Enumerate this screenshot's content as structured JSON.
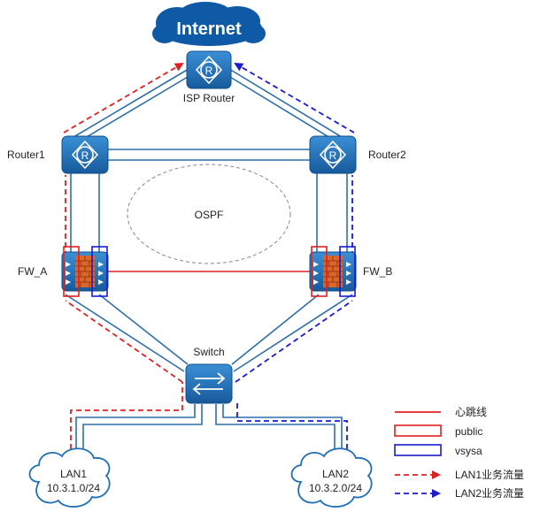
{
  "nodes": {
    "internet": "Internet",
    "isp_router": "ISP Router",
    "router1": "Router1",
    "router2": "Router2",
    "ospf": "OSPF",
    "fw_a": "FW_A",
    "fw_b": "FW_B",
    "switch": "Switch",
    "lan1_name": "LAN1",
    "lan1_subnet": "10.3.1.0/24",
    "lan2_name": "LAN2",
    "lan2_subnet": "10.3.2.0/24"
  },
  "legend": {
    "heartbeat": "心跳线",
    "public": "public",
    "vsysa": "vsysa",
    "lan1_traffic": "LAN1业务流量",
    "lan2_traffic": "LAN2业务流量"
  },
  "colors": {
    "device_blue": "#1f6fb5",
    "device_dark": "#0e4f8a",
    "link_blue": "#2e6fa8",
    "heartbeat_red": "#e02020",
    "lan1_flow": "#e02020",
    "lan2_flow": "#1a1ad0",
    "vsysa_box": "#1a1ad0",
    "firewall_brick": "#d9662a"
  },
  "icons": {
    "router": "router-icon",
    "firewall": "firewall-icon",
    "switch": "switch-icon",
    "cloud": "cloud-icon"
  }
}
